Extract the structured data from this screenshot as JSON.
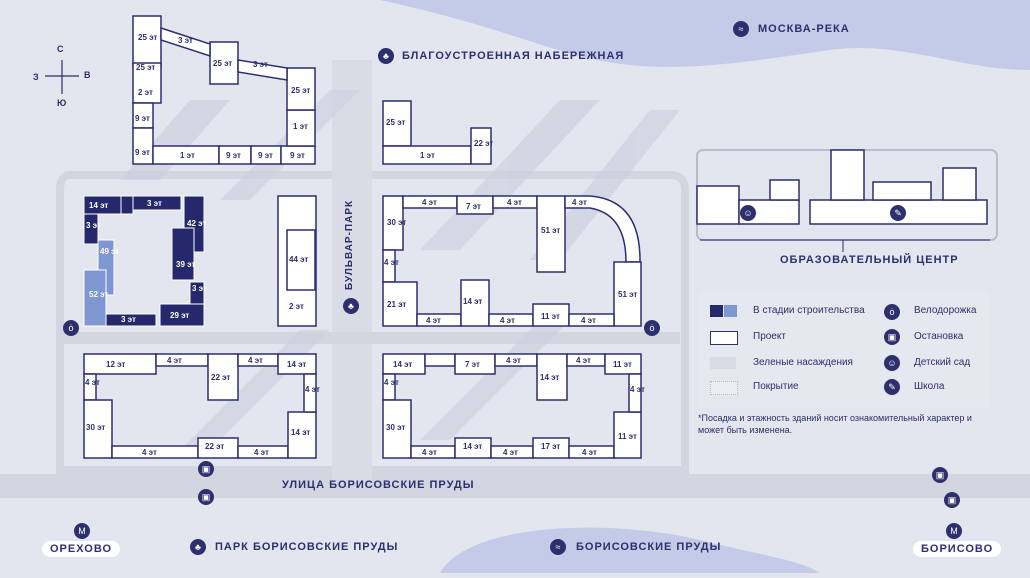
{
  "places": {
    "river": "МОСКВА-РЕКА",
    "embankment": "БЛАГОУСТРОЕННАЯ НАБЕРЕЖНАЯ",
    "edu_center": "ОБРАЗОВАТЕЛЬНЫЙ ЦЕНТР",
    "boulevard": "БУЛЬВАР-ПАРК",
    "street": "УЛИЦА БОРИСОВСКИЕ ПРУДЫ",
    "park": "ПАРК БОРИСОВСКИЕ ПРУДЫ",
    "ponds": "БОРИСОВСКИЕ ПРУДЫ",
    "metro_left": "ОРЕХОВО",
    "metro_right": "БОРИСОВО"
  },
  "compass": {
    "n": "С",
    "s": "Ю",
    "w": "З",
    "e": "В"
  },
  "legend": {
    "items": [
      {
        "label": "В стадии строительства"
      },
      {
        "label": "Проект"
      },
      {
        "label": "Зеленые насаждения"
      },
      {
        "label": "Покрытие"
      },
      {
        "label": "Велодорожка"
      },
      {
        "label": "Остановка"
      },
      {
        "label": "Детский сад"
      },
      {
        "label": "Школа"
      }
    ],
    "note": "*Посадка и этажность зданий носит ознакомительный характер и может быть изменена."
  },
  "colors": {
    "construction_dark": "#25296b",
    "construction_light": "#7e97d3",
    "project": "#ffffff",
    "water": "#c3cbe8",
    "background": "#e3e6ee"
  },
  "building_labels": [
    "25 эт",
    "3 эт",
    "25 эт",
    "3 эт",
    "25 эт",
    "2 эт",
    "9 эт",
    "9 эт",
    "1 эт",
    "9 эт",
    "9 эт",
    "9 эт",
    "1 эт",
    "25 эт",
    "25 эт",
    "1 эт",
    "22 эт",
    "14 эт",
    "3 эт",
    "3 эт",
    "42 эт",
    "49 эт",
    "52 эт",
    "39 эт",
    "3 эт",
    "3 эт",
    "29 эт",
    "44 эт",
    "2 эт",
    "4 эт",
    "7 эт",
    "4 эт",
    "4 эт",
    "30 эт",
    "51 эт",
    "4 эт",
    "21 эт",
    "14 эт",
    "51 эт",
    "4 эт",
    "4 эт",
    "11 эт",
    "4 эт",
    "12 эт",
    "4 эт",
    "4 эт",
    "14 эт",
    "22 эт",
    "4 эт",
    "4 эт",
    "30 эт",
    "14 эт",
    "4 эт",
    "22 эт",
    "4 эт",
    "14 эт",
    "7 эт",
    "4 эт",
    "4 эт",
    "11 эт",
    "4 эт",
    "14 эт",
    "4 эт",
    "30 эт",
    "11 эт",
    "4 эт",
    "14 эт",
    "4 эт",
    "17 эт",
    "4 эт"
  ]
}
